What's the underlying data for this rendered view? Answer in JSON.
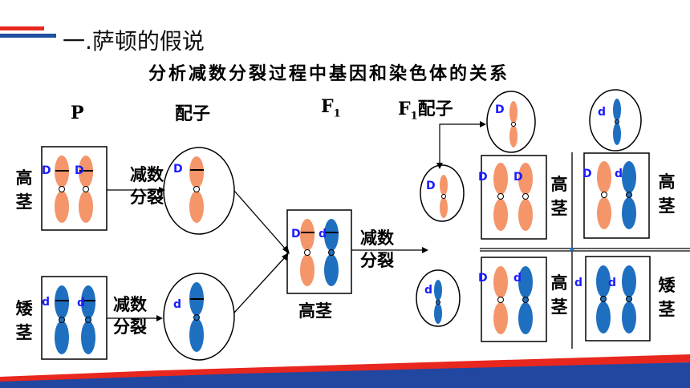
{
  "header": {
    "title": "一.萨顿的假说"
  },
  "diagram": {
    "subtitle": "分析减数分裂过程中基因和染色体的关系",
    "col_p": "P",
    "col_gamete": "配子",
    "col_f1": "F",
    "col_f1_sub": "1",
    "col_f1_gamete": "F",
    "col_f1_gamete_sub": "1",
    "col_f1_gamete_suffix": "配子",
    "tall": "高茎",
    "tall_ch1": "高",
    "tall_ch2": "茎",
    "short_ch1": "矮",
    "short_ch2": "茎",
    "meiosis_line1": "减数",
    "meiosis_line2": "分裂",
    "allele_dominant": "D",
    "allele_recessive": "d"
  },
  "colors": {
    "dominant_chromosome": "#f4956a",
    "recessive_chromosome": "#1f6fc0",
    "allele_label": "#1a1aff",
    "accent_red": "#e8271f",
    "accent_blue": "#1f4fa0"
  }
}
